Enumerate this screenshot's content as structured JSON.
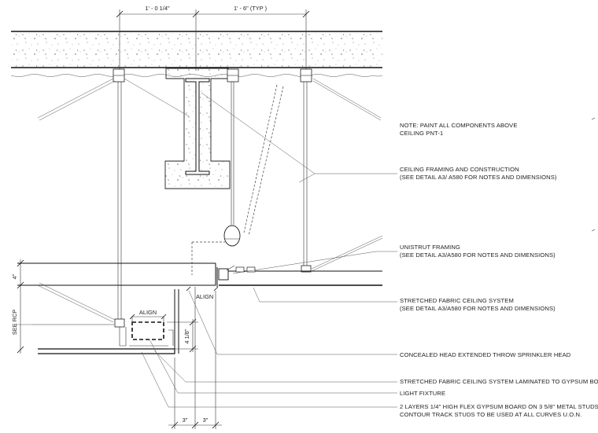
{
  "dimensions": {
    "top_left": "1' - 0 1/4\"",
    "top_right": "1' - 6\"   (TYP )",
    "left_4in": "4\"",
    "left_see_rcp": "SEE RCP",
    "side_4_1_8": "4 1/8\"",
    "bottom_left": "3\"",
    "bottom_right": "3\""
  },
  "labels": {
    "align_top": "ALIGN",
    "align_mid": "ALIGN"
  },
  "notes": [
    {
      "id": "paint",
      "lines": [
        "NOTE: PAINT ALL COMPONENTS ABOVE",
        "CEILING PNT-1"
      ]
    },
    {
      "id": "framing",
      "lines": [
        "CEILING FRAMING AND CONSTRUCTION",
        "(SEE DETAIL A3/ A580 FOR NOTES AND DIMENSIONS)"
      ]
    },
    {
      "id": "unistrut",
      "lines": [
        "UNISTRUT FRAMING",
        "(SEE DETAIL A3/A580 FOR NOTES AND DIMENSIONS)"
      ]
    },
    {
      "id": "fabric",
      "lines": [
        "STRETCHED FABRIC CEILING SYSTEM",
        "(SEE DETAIL A3/A580 FOR NOTES AND DIMENSIONS)"
      ]
    },
    {
      "id": "sprinkler",
      "lines": [
        "CONCEALED HEAD EXTENDED THROW SPRINKLER HEAD"
      ]
    },
    {
      "id": "laminated",
      "lines": [
        "STRETCHED FABRIC CEILING SYSTEM  LAMINATED TO GYPSUM BOARD"
      ]
    },
    {
      "id": "light",
      "lines": [
        "LIGHT FIXTURE"
      ]
    },
    {
      "id": "gypsum",
      "lines": [
        "2 LAYERS 1/4\" HIGH FLEX GYPSUM BOARD ON 3 5/8\" METAL STUDS.",
        "CONTOUR TRACK STUDS TO BE USED AT ALL CURVES U.O.N."
      ]
    }
  ]
}
